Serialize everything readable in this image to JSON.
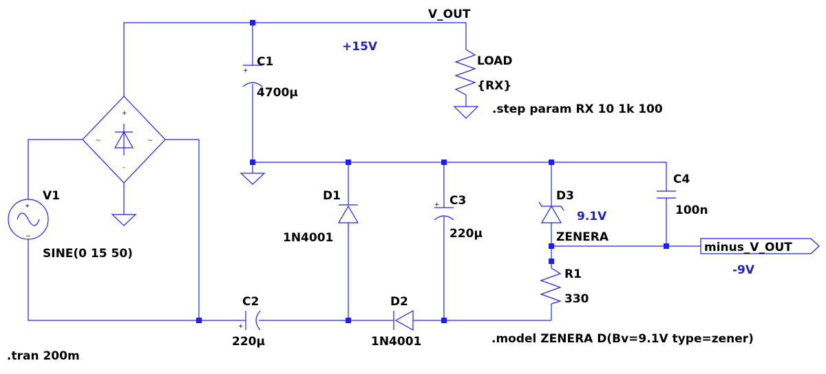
{
  "colors": {
    "wire": "#1c1cff",
    "text": "#000000",
    "annotation": "#2222bb",
    "background": "#ffffff"
  },
  "nets": {
    "v_out": "V_OUT",
    "minus_v_out": "minus_V_OUT"
  },
  "components": {
    "v1": {
      "name": "V1",
      "value": "SINE(0 15 50)"
    },
    "c1": {
      "name": "C1",
      "value": "4700µ"
    },
    "c2": {
      "name": "C2",
      "value": "220µ"
    },
    "c3": {
      "name": "C3",
      "value": "220µ"
    },
    "c4": {
      "name": "C4",
      "value": "100n"
    },
    "d1": {
      "name": "D1",
      "value": "1N4001"
    },
    "d2": {
      "name": "D2",
      "value": "1N4001"
    },
    "d3": {
      "name": "D3",
      "value": "ZENERA"
    },
    "r1": {
      "name": "R1",
      "value": "330"
    },
    "load": {
      "name": "LOAD",
      "value": "{RX}"
    }
  },
  "bridge_pins": {
    "plus": "+",
    "minus": "-",
    "ac1": "~",
    "ac2": "~"
  },
  "annotations": {
    "plus15": "+15V",
    "zener_v": "9.1V",
    "minus9": "-9V"
  },
  "directives": {
    "tran": ".tran 200m",
    "step": ".step param RX 10 1k 100",
    "model": ".model ZENERA D(Bv=9.1V type=zener)"
  }
}
